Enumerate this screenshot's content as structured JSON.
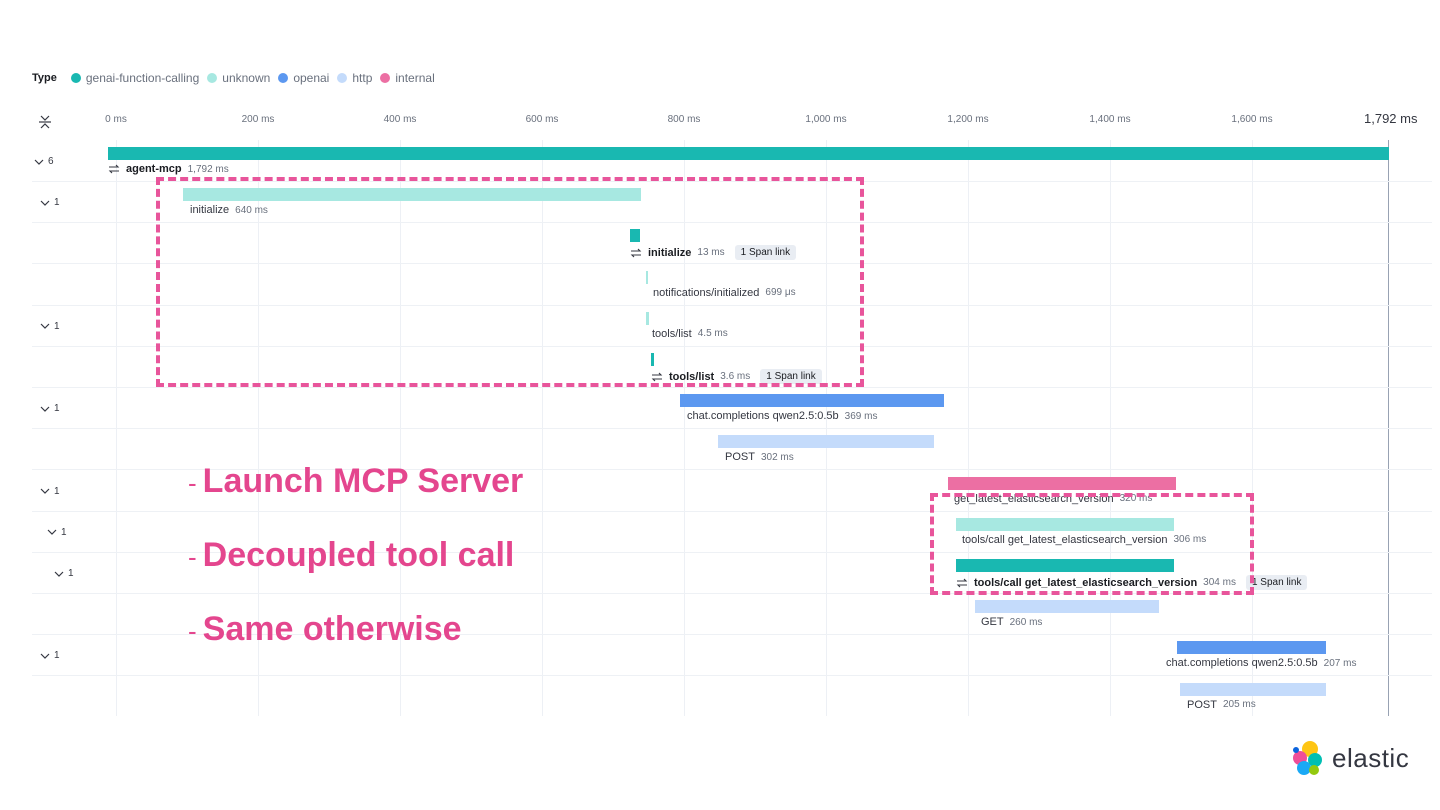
{
  "legend": {
    "title": "Type",
    "items": [
      {
        "label": "genai-function-calling",
        "color": "#19b8b1"
      },
      {
        "label": "unknown",
        "color": "#a7e8e1"
      },
      {
        "label": "openai",
        "color": "#5c98f0"
      },
      {
        "label": "http",
        "color": "#c4dbfb"
      },
      {
        "label": "internal",
        "color": "#ec6fa3"
      }
    ]
  },
  "axis": {
    "ticks": [
      "0 ms",
      "200 ms",
      "400 ms",
      "600 ms",
      "800 ms",
      "1,000 ms",
      "1,200 ms",
      "1,400 ms",
      "1,600 ms"
    ],
    "total": "1,792 ms"
  },
  "rows": [
    {
      "toggle": "6",
      "name": "agent-mcp",
      "duration": "1,792 ms",
      "type": "genai-function-calling",
      "bold": true,
      "link_icon": true,
      "badge": ""
    },
    {
      "toggle": "1",
      "name": "initialize",
      "duration": "640 ms",
      "type": "unknown",
      "bold": false,
      "link_icon": false,
      "badge": ""
    },
    {
      "toggle": "",
      "name": "initialize",
      "duration": "13 ms",
      "type": "genai-function-calling",
      "bold": true,
      "link_icon": true,
      "badge": "1 Span link"
    },
    {
      "toggle": "",
      "name": "notifications/initialized",
      "duration": "699 μs",
      "type": "unknown",
      "bold": false,
      "link_icon": false,
      "badge": ""
    },
    {
      "toggle": "1",
      "name": "tools/list",
      "duration": "4.5 ms",
      "type": "unknown",
      "bold": false,
      "link_icon": false,
      "badge": ""
    },
    {
      "toggle": "",
      "name": "tools/list",
      "duration": "3.6 ms",
      "type": "genai-function-calling",
      "bold": true,
      "link_icon": true,
      "badge": "1 Span link"
    },
    {
      "toggle": "1",
      "name": "chat.completions qwen2.5:0.5b",
      "duration": "369 ms",
      "type": "openai",
      "bold": false,
      "link_icon": false,
      "badge": ""
    },
    {
      "toggle": "",
      "name": "POST",
      "duration": "302 ms",
      "type": "http",
      "bold": false,
      "link_icon": false,
      "badge": ""
    },
    {
      "toggle": "1",
      "name": "get_latest_elasticsearch_version",
      "duration": "320 ms",
      "type": "internal",
      "bold": false,
      "link_icon": false,
      "badge": ""
    },
    {
      "toggle": "1",
      "name": "tools/call get_latest_elasticsearch_version",
      "duration": "306 ms",
      "type": "unknown",
      "bold": false,
      "link_icon": false,
      "badge": ""
    },
    {
      "toggle": "1",
      "name": "tools/call get_latest_elasticsearch_version",
      "duration": "304 ms",
      "type": "genai-function-calling",
      "bold": true,
      "link_icon": true,
      "badge": "1 Span link"
    },
    {
      "toggle": "",
      "name": "GET",
      "duration": "260 ms",
      "type": "http",
      "bold": false,
      "link_icon": false,
      "badge": ""
    },
    {
      "toggle": "1",
      "name": "chat.completions qwen2.5:0.5b",
      "duration": "207 ms",
      "type": "openai",
      "bold": false,
      "link_icon": false,
      "badge": ""
    },
    {
      "toggle": "",
      "name": "POST",
      "duration": "205 ms",
      "type": "http",
      "bold": false,
      "link_icon": false,
      "badge": ""
    }
  ],
  "bullets": [
    "-",
    "Launch MCP Server",
    "Decoupled tool call",
    "Same otherwise"
  ],
  "logo": {
    "word": "elastic"
  }
}
